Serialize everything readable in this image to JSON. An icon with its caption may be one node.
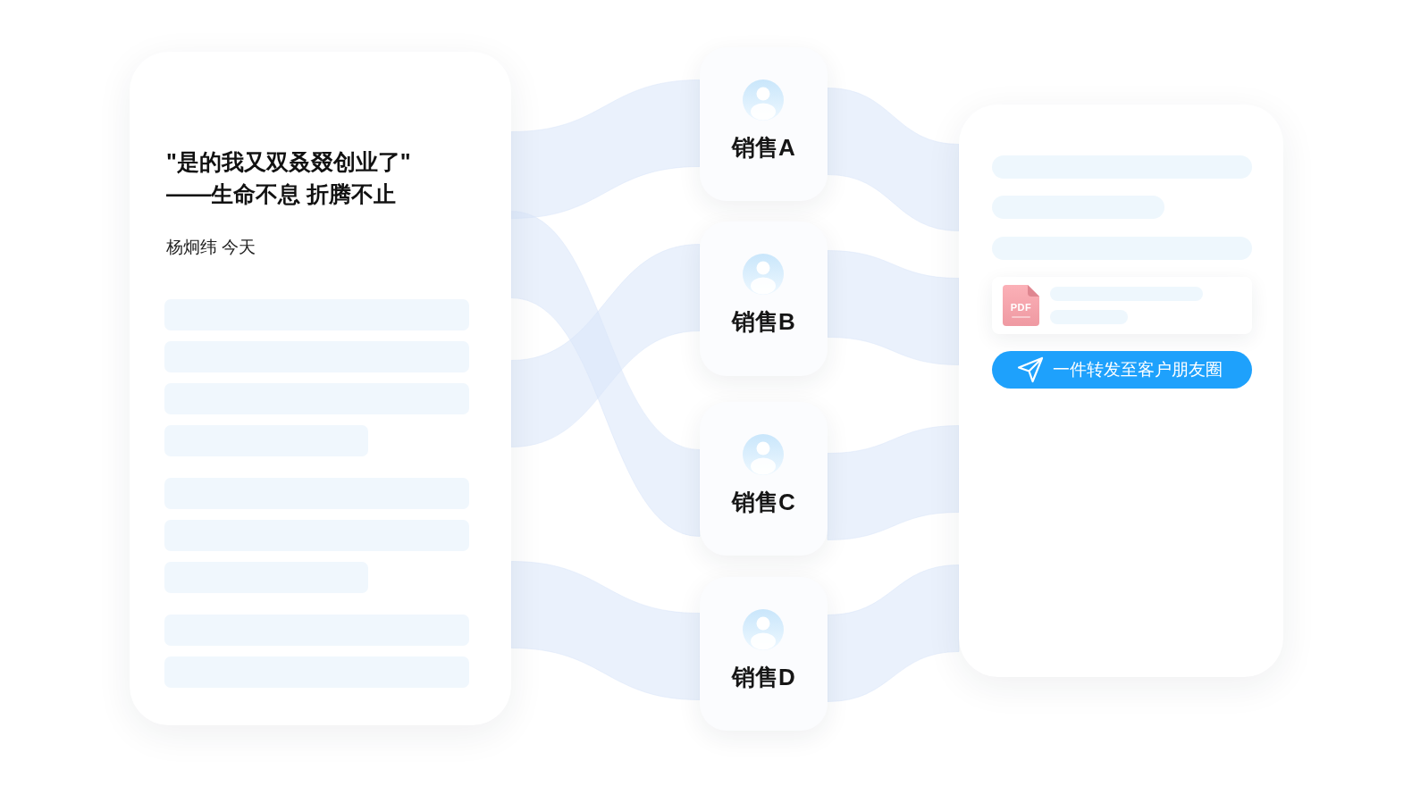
{
  "diagram": {
    "nodes": [
      {
        "text": [
          "\"是的我又双叒叕创业了\"",
          "——生命不息 折腾不止",
          "杨炯纬 今天"
        ]
      },
      {
        "text": [
          "销售A"
        ]
      },
      {
        "text": [
          "销售B"
        ]
      },
      {
        "text": [
          "销售C"
        ]
      },
      {
        "text": [
          "销售D"
        ]
      },
      {
        "text": [
          "PDF",
          "一件转发至客户朋友圈"
        ]
      }
    ],
    "edges": [
      {
        "from": 0,
        "to": 1,
        "arrow": "none"
      },
      {
        "from": 0,
        "to": 2,
        "arrow": "none"
      },
      {
        "from": 0,
        "to": 3,
        "arrow": "none"
      },
      {
        "from": 0,
        "to": 4,
        "arrow": "none"
      },
      {
        "from": 1,
        "to": 5,
        "arrow": "none"
      },
      {
        "from": 2,
        "to": 5,
        "arrow": "none"
      },
      {
        "from": 3,
        "to": 5,
        "arrow": "none"
      },
      {
        "from": 4,
        "to": 5,
        "arrow": "none"
      }
    ]
  }
}
